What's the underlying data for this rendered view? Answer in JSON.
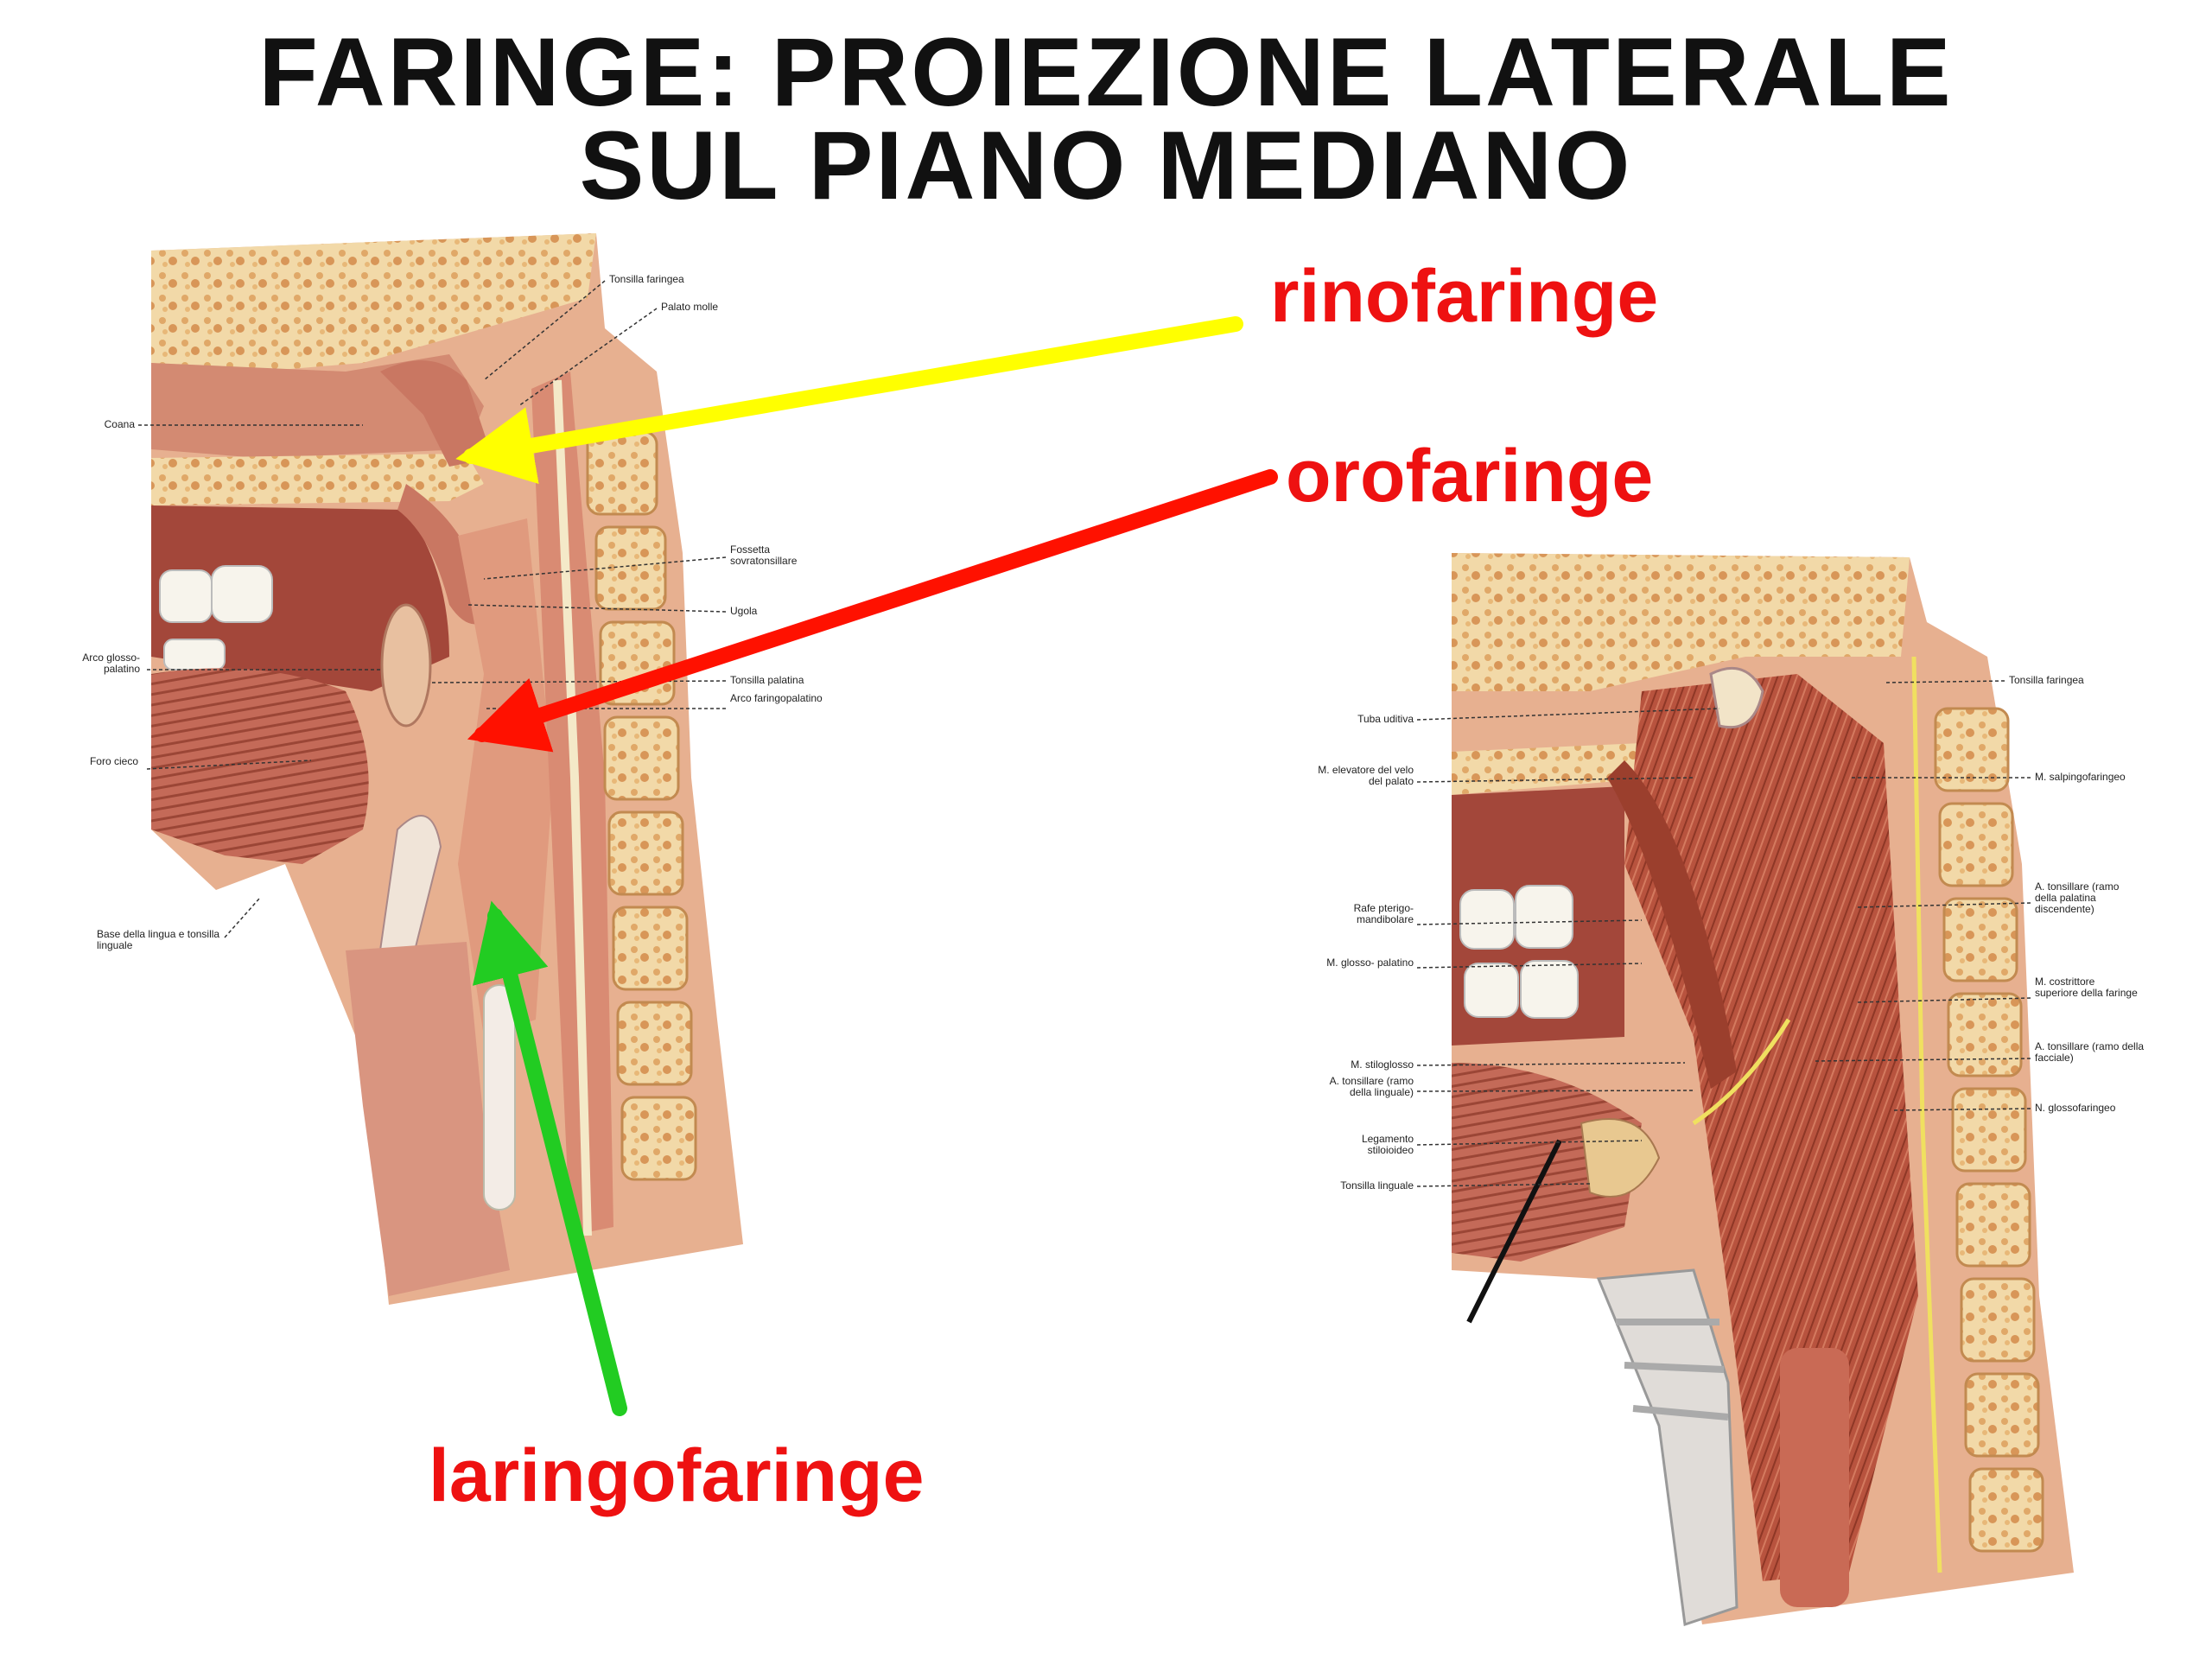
{
  "title": {
    "line1": "FARINGE: PROIEZIONE LATERALE",
    "line2": "SUL PIANO MEDIANO"
  },
  "regions": {
    "rinofaringe": "rinofaringe",
    "orofaringe": "orofaringe",
    "laringofaringe": "laringofaringe"
  },
  "colors": {
    "rinofaringe_arrow": "#ffff00",
    "orofaringe_arrow": "#ff1100",
    "laringofaringe_arrow": "#22cc22",
    "region_text": "#ee1111"
  },
  "left_figure_labels": {
    "tonsilla_faringea": "Tonsilla faringea",
    "palato_molle": "Palato molle",
    "coana": "Coana",
    "fossetta": "Fossetta sovratonsillare",
    "ugola": "Ugola",
    "arco_glosso": "Arco glosso- palatino",
    "tonsilla_palatina": "Tonsilla palatina",
    "arco_faringo": "Arco faringopalatino",
    "foro_cieco": "Foro cieco",
    "base_lingua": "Base della lingua e tonsilla linguale"
  },
  "right_figure_labels": {
    "tuba_uditiva": "Tuba uditiva",
    "m_elevatore": "M. elevatore del velo del palato",
    "rafe": "Rafe pterigo- mandibolare",
    "m_glossopalatino": "M. glosso- palatino",
    "m_stiloglosso": "M. stiloglosso",
    "a_tonsillare_linguale": "A. tonsillare (ramo della linguale)",
    "legamento": "Legamento stiloioideo",
    "tonsilla_linguale": "Tonsilla linguale",
    "tonsilla_faringea": "Tonsilla faringea",
    "m_salpingofaringeo": "M. salpingofaringeo",
    "a_tonsillare_palatina": "A. tonsillare (ramo della palatina discendente)",
    "m_costrittore": "M. costrittore superiore della faringe",
    "a_tonsillare_facciale": "A. tonsillare (ramo della facciale)",
    "n_glossofaringeo": "N. glossofaringeo"
  }
}
